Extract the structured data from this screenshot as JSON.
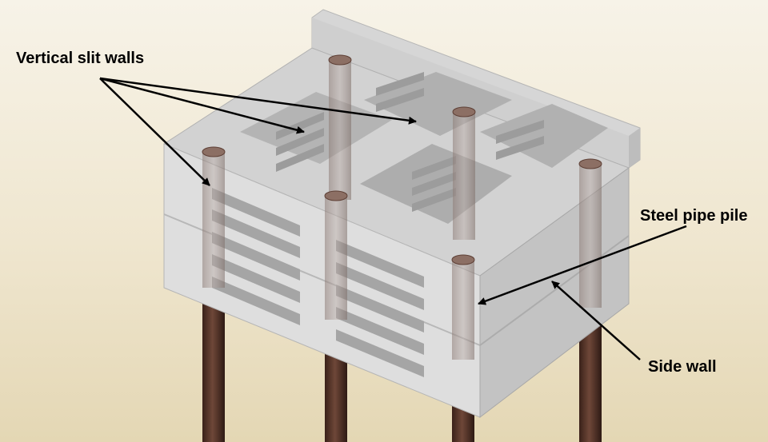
{
  "labels": {
    "vertical_slit_walls": "Vertical slit walls",
    "steel_pipe_pile": "Steel pipe pile",
    "side_wall": "Side wall"
  },
  "colors": {
    "concrete_light": "#dcdcdc",
    "concrete_mid": "#c9c9c9",
    "concrete_dark": "#a9a9a9",
    "pile": "#4e2f24",
    "background": "#f2ecda"
  }
}
